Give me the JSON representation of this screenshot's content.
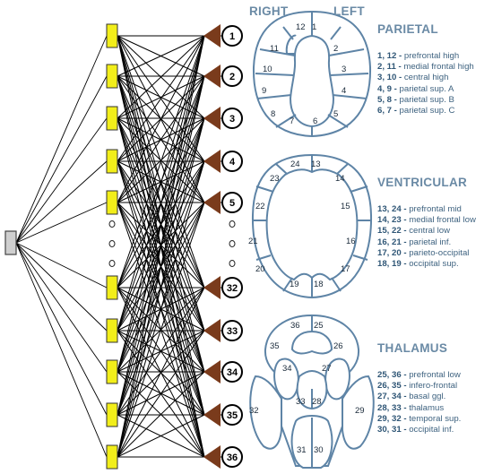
{
  "header": {
    "right": "RIGHT",
    "left": "LEFT"
  },
  "network": {
    "output_labels": [
      "1",
      "2",
      "3",
      "4",
      "5",
      "32",
      "33",
      "34",
      "35",
      "36"
    ],
    "ellipsis": "..."
  },
  "sections": [
    {
      "title": "PARIETAL",
      "brain_labels": [
        "12",
        "1",
        "11",
        "2",
        "10",
        "3",
        "9",
        "4",
        "8",
        "5",
        "7",
        "6"
      ],
      "legend": [
        {
          "ids": "1, 12 -",
          "name": "prefrontal high"
        },
        {
          "ids": "2, 11 -",
          "name": "medial frontal high"
        },
        {
          "ids": "3, 10 -",
          "name": "central high"
        },
        {
          "ids": "4, 9 -",
          "name": "parietal sup. A"
        },
        {
          "ids": "5, 8 -",
          "name": "parietal sup. B"
        },
        {
          "ids": "6, 7 -",
          "name": "parietal sup. C"
        }
      ]
    },
    {
      "title": "VENTRICULAR",
      "brain_labels": [
        "24",
        "13",
        "23",
        "14",
        "22",
        "15",
        "21",
        "16",
        "20",
        "17",
        "19",
        "18"
      ],
      "legend": [
        {
          "ids": "13, 24 -",
          "name": "prefrontal mid"
        },
        {
          "ids": "14, 23 -",
          "name": "medial frontal low"
        },
        {
          "ids": "15, 22 -",
          "name": "central low"
        },
        {
          "ids": "16, 21 -",
          "name": "parietal inf."
        },
        {
          "ids": "17, 20 -",
          "name": "parieto-occipital"
        },
        {
          "ids": "18, 19 -",
          "name": "occipital sup."
        }
      ]
    },
    {
      "title": "THALAMUS",
      "brain_labels": [
        "36",
        "25",
        "35",
        "26",
        "34",
        "27",
        "33",
        "28",
        "32",
        "29",
        "31",
        "30"
      ],
      "legend": [
        {
          "ids": "25, 36 -",
          "name": "prefrontal low"
        },
        {
          "ids": "26, 35 -",
          "name": "infero-frontal"
        },
        {
          "ids": "27, 34 -",
          "name": "basal ggl."
        },
        {
          "ids": "28, 33 -",
          "name": "thalamus"
        },
        {
          "ids": "29, 32 -",
          "name": "temporal sup."
        },
        {
          "ids": "30, 31 -",
          "name": "occipital inf."
        }
      ]
    }
  ],
  "colors": {
    "input_node": "#f2ee1a",
    "arrow": "#7a3b1c",
    "brain_stroke": "#5e84a6",
    "text_blue": "#3f6380"
  }
}
